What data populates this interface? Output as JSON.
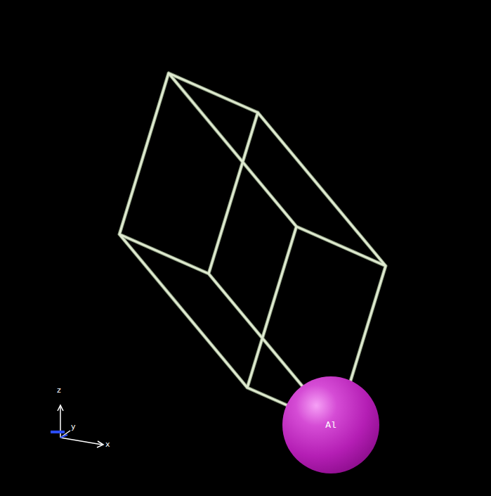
{
  "diagram": {
    "nodes": [
      {
        "text": [
          "Al"
        ]
      }
    ],
    "labels": [
      "z",
      "y",
      "x"
    ]
  }
}
